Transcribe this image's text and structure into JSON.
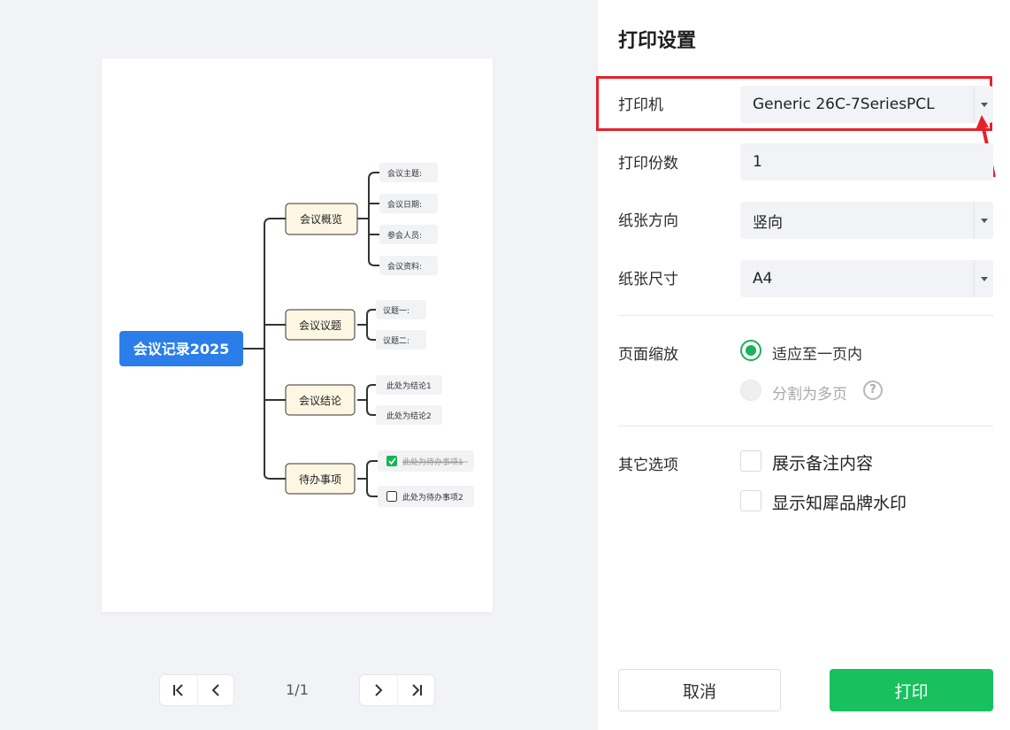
{
  "preview": {
    "mindmap": {
      "root": "会议记录2025",
      "branches": [
        {
          "label": "会议概览",
          "children": [
            "会议主题:",
            "会议日期:",
            "参会人员:",
            "会议资料:"
          ]
        },
        {
          "label": "会议议题",
          "children": [
            "议题一:",
            "议题二:"
          ]
        },
        {
          "label": "会议结论",
          "children": [
            "此处为结论1",
            "此处为结论2"
          ]
        },
        {
          "label": "待办事项",
          "children": [
            "此处为待办事项1",
            "此处为待办事项2"
          ]
        }
      ]
    },
    "page_indicator": "1/1"
  },
  "panel": {
    "title": "打印设置",
    "printer": {
      "label": "打印机",
      "value": "Generic 26C-7SeriesPCL"
    },
    "copies": {
      "label": "打印份数",
      "value": "1"
    },
    "orientation": {
      "label": "纸张方向",
      "value": "竖向"
    },
    "paper_size": {
      "label": "纸张尺寸",
      "value": "A4"
    },
    "scaling": {
      "label": "页面缩放",
      "option_fit": "适应至一页内",
      "option_split": "分割为多页",
      "help": "?"
    },
    "other": {
      "label": "其它选项",
      "option_notes": "展示备注内容",
      "option_watermark": "显示知犀品牌水印"
    },
    "cancel_label": "取消",
    "print_label": "打印"
  },
  "colors": {
    "accent": "#18c05e",
    "root_node": "#2b7de9",
    "branch_fill": "#fdf6e3",
    "highlight": "#e5222b"
  }
}
